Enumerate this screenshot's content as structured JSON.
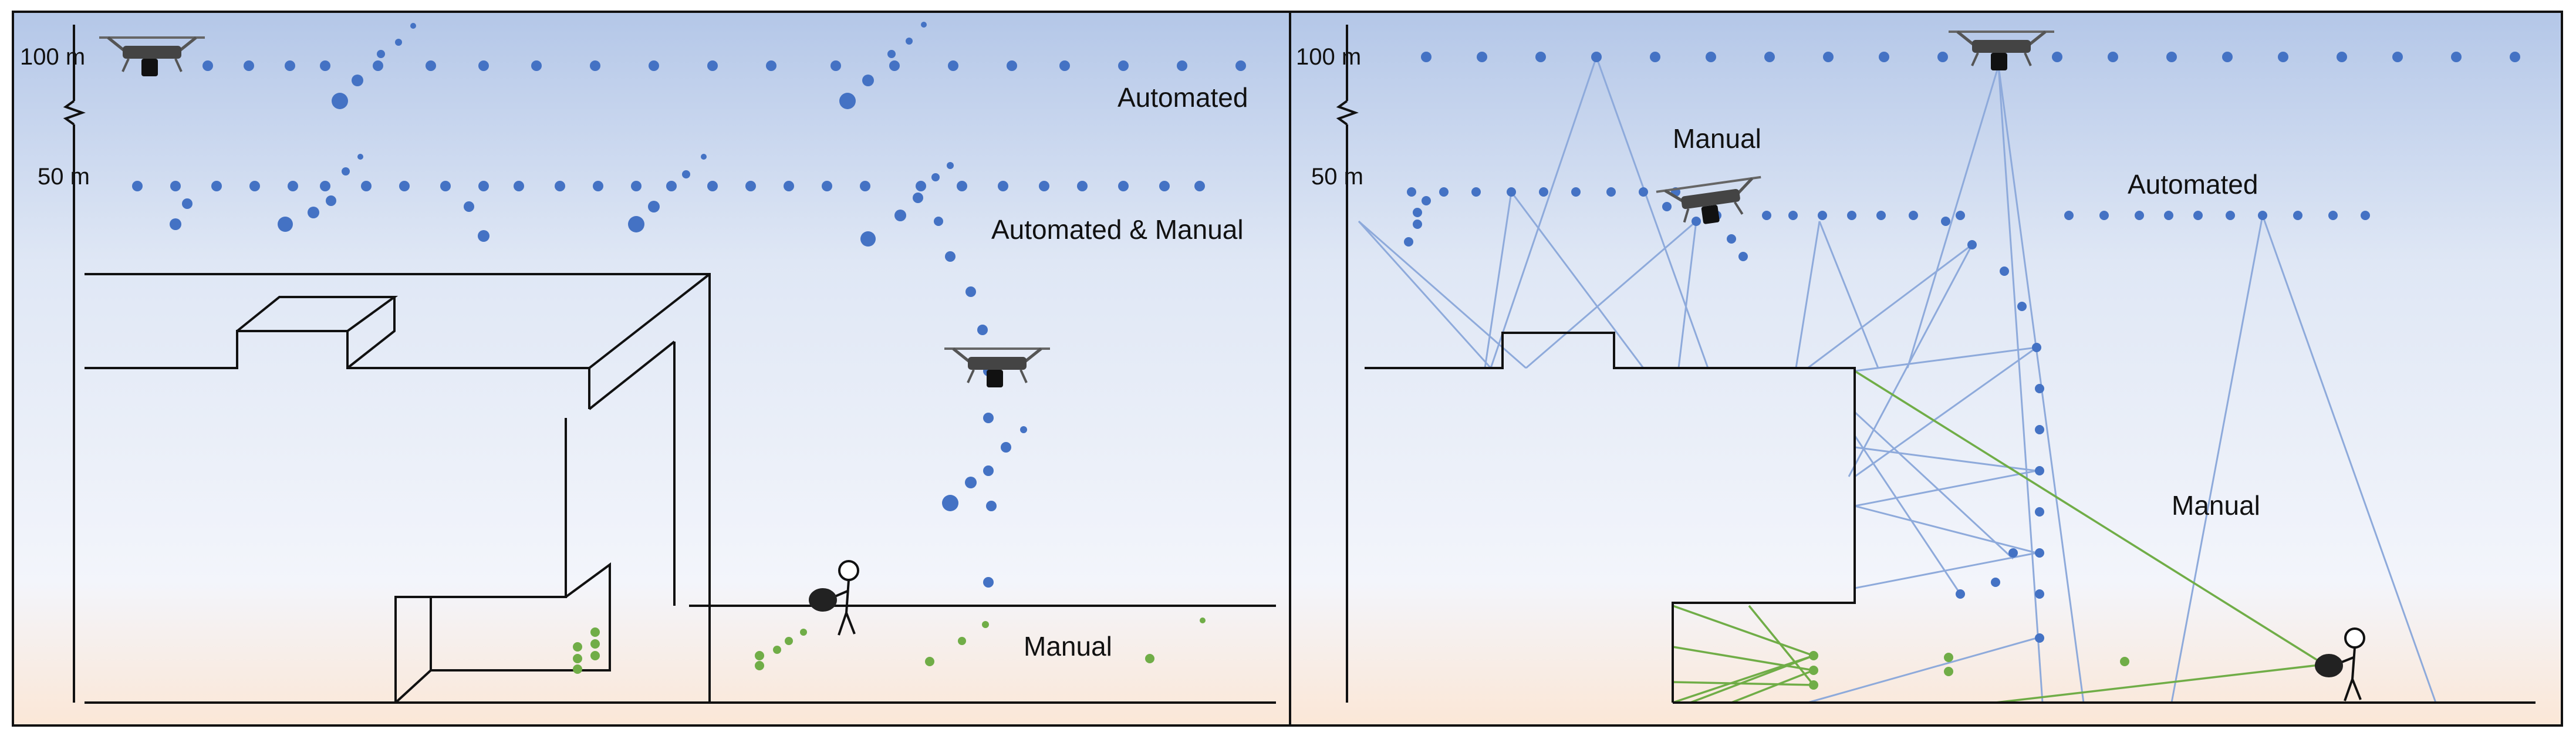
{
  "left_panel": {
    "altitude_100": "100 m",
    "altitude_50": "50 m",
    "label_automated": "Automated",
    "label_automated_manual": "Automated & Manual",
    "label_manual": "Manual"
  },
  "right_panel": {
    "altitude_100": "100 m",
    "altitude_50": "50 m",
    "label_manual_top": "Manual",
    "label_automated": "Automated",
    "label_manual_right": "Manual"
  },
  "colors": {
    "automated_points": "#4472c4",
    "manual_points": "#70ad47",
    "sight_lines_blue": "#8eaadb",
    "sight_lines_green": "#70ad47",
    "outline": "#111111"
  },
  "icons": [
    "drone-icon",
    "photographer-icon"
  ]
}
